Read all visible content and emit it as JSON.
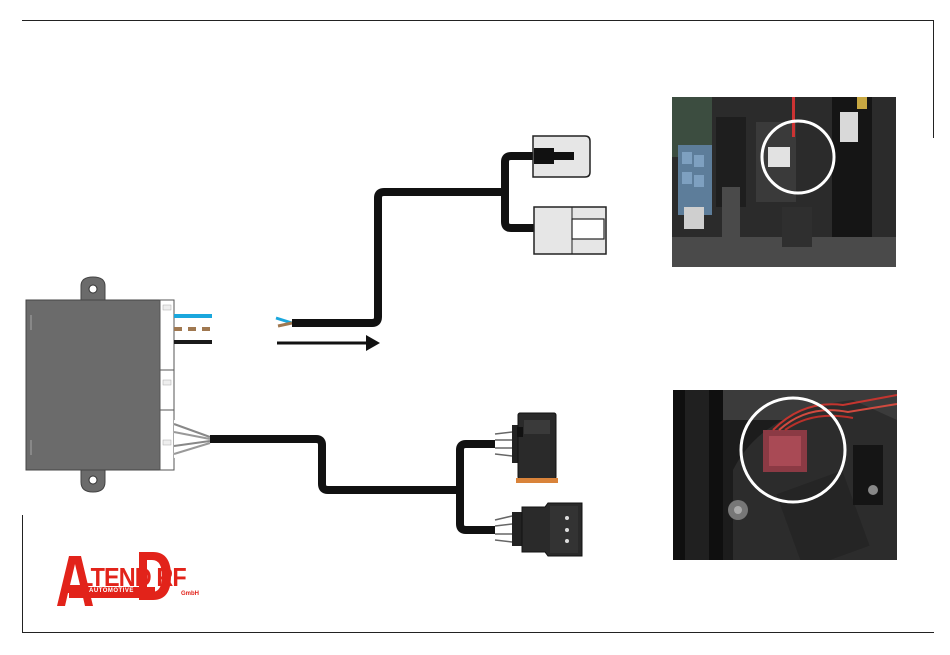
{
  "logo": {
    "text_main": "LTEND RF",
    "text_sub_left": "AUTOMOTIVE",
    "text_sub_right": "GmbH",
    "brand_color": "#e2231a"
  },
  "wires": {
    "blue": "#1aa7dd",
    "brown": "#a07850",
    "black": "#1a1a1a",
    "cable": "#111111"
  },
  "module": {
    "color": "#6b6b6b"
  },
  "photos": {
    "top_highlight_color": "#ffffff",
    "bottom_highlight_color": "#ffffff"
  }
}
